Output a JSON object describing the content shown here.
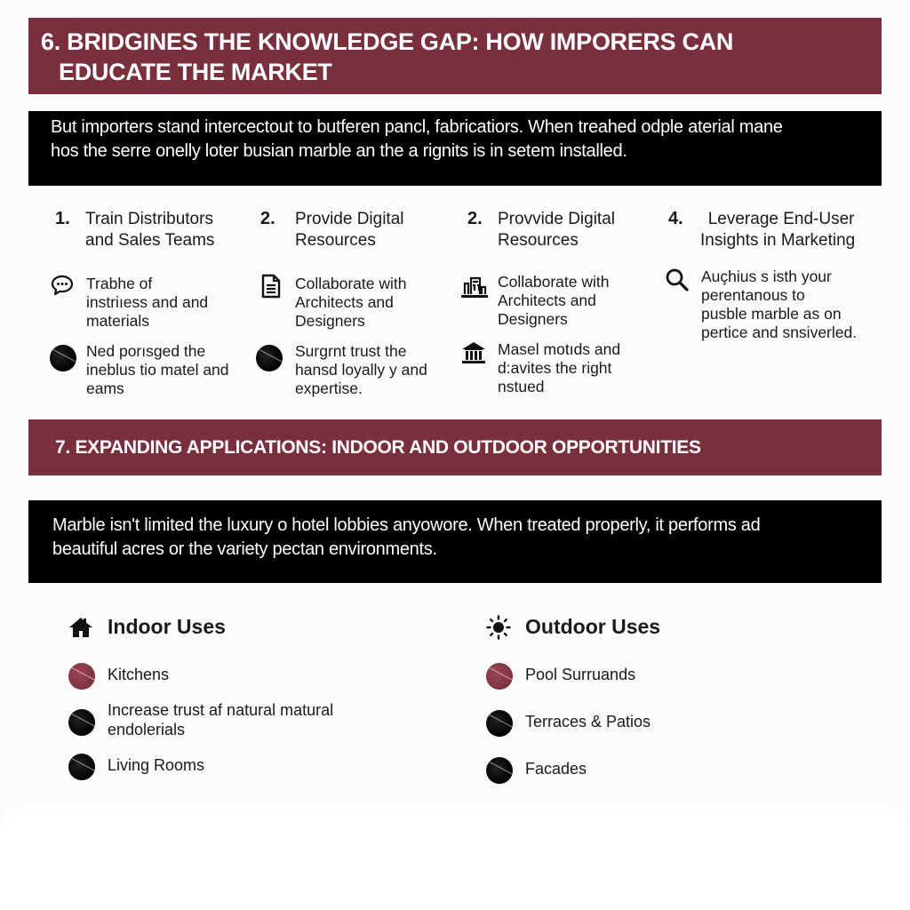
{
  "section6": {
    "title_line1": "6. BRIDGINES THE KNOWLEDGE GAP: HOW IMPORERS CAN",
    "title_line2": "EDUCATE THE MARKET",
    "intro_line1": "But importers stand intercectout to butferen pancl, fabricatiors. When treahed odple aterial mane",
    "intro_line2": "hos the serre onelly loter busian marble an the a rignits is in setem installed.",
    "steps": [
      {
        "number": "1.",
        "title_line1": "Train Distributors",
        "title_line2": "and Sales Teams",
        "items": [
          {
            "icon": "chat-bubble-icon",
            "lines": [
              "Trabhe of",
              "instriıess and and",
              "materials"
            ]
          },
          {
            "icon": "marble-dot-icon",
            "lines": [
              "Ned porısged the",
              "ineblus tio matel and",
              "eams"
            ]
          }
        ]
      },
      {
        "number": "2.",
        "title_line1": "Provide Digital",
        "title_line2": "Resources",
        "items": [
          {
            "icon": "document-icon",
            "lines": [
              "Collaborate with",
              "Architects and",
              "Designers"
            ]
          },
          {
            "icon": "marble-dot-icon",
            "lines": [
              "Surgrnt trust the",
              "hansd loyally y and",
              "expertise."
            ]
          }
        ]
      },
      {
        "number": "2.",
        "title_line1": "Provvide Digital",
        "title_line2": "Resources",
        "items": [
          {
            "icon": "buildings-icon",
            "lines": [
              "Collaborate with",
              "Architects and",
              "Designers"
            ]
          },
          {
            "icon": "bank-building-icon",
            "lines": [
              "Masel motıds and",
              "d:avites the right",
              "nstued"
            ]
          }
        ]
      },
      {
        "number": "4.",
        "title_line1": "Leverage End-User",
        "title_line2": "Insights in Marketing",
        "items": [
          {
            "icon": "search-icon",
            "lines": [
              "Auçhius s isth your",
              "perentanous to",
              "pusble marble as on",
              "pertice and snsiverled."
            ]
          }
        ]
      }
    ]
  },
  "section7": {
    "title": "7. EXPANDING APPLICATIONS: INDOOR AND OUTDOOR OPPORTUNITIES",
    "intro_line1": "Marble isn't limited the luxury o hotel lobbies anyowore. When treated properly, it performs ad",
    "intro_line2": "beautiful acres or the variety pectan environments.",
    "indoor": {
      "icon": "home-icon",
      "heading": "Indoor Uses",
      "items": [
        {
          "style": "red",
          "lines": [
            "Kitchens"
          ]
        },
        {
          "style": "black",
          "lines": [
            "Increase trust af natural matural",
            "endolerials"
          ]
        },
        {
          "style": "black",
          "lines": [
            "Living Rooms"
          ]
        }
      ]
    },
    "outdoor": {
      "icon": "sun-icon",
      "heading": "Outdoor Uses",
      "items": [
        {
          "style": "red",
          "lines": [
            "Pool Surruands"
          ]
        },
        {
          "style": "black",
          "lines": [
            "Terraces & Patios"
          ]
        },
        {
          "style": "black",
          "lines": [
            "Facades"
          ]
        }
      ]
    }
  },
  "colors": {
    "banner": "#79303c",
    "black_box": "#000000",
    "marble_red": "#7b3040",
    "background": "#fbfbfb"
  }
}
